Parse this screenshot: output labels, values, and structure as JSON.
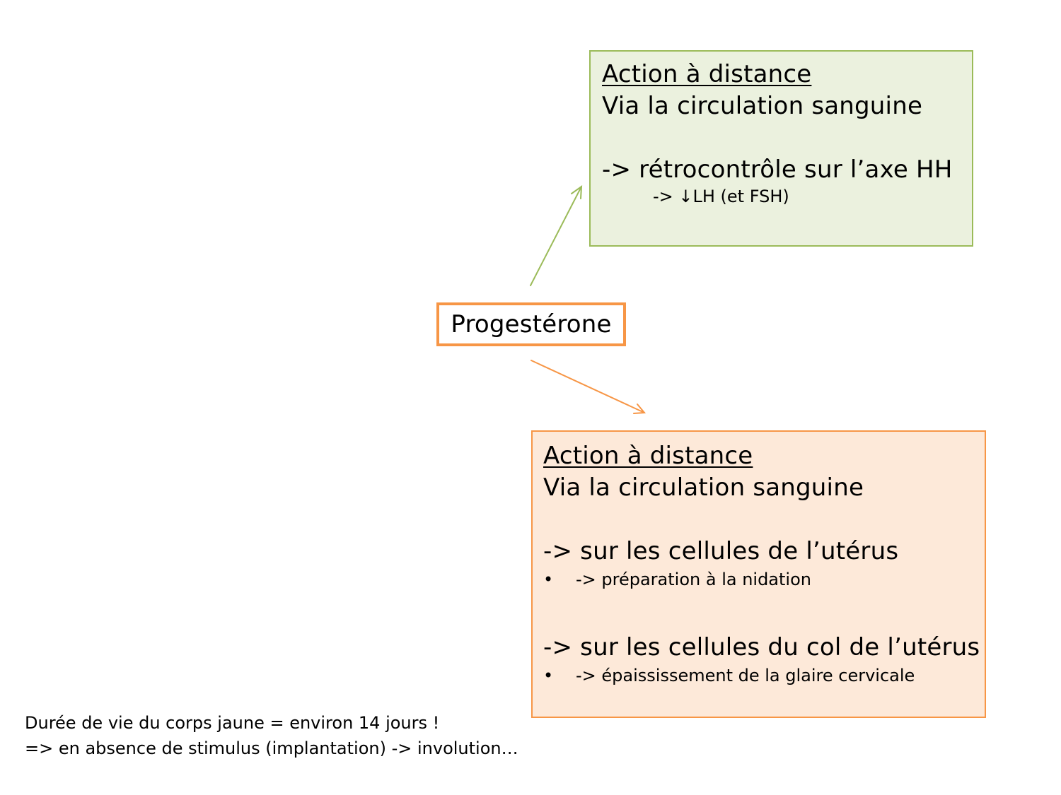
{
  "center": {
    "label": "Progestérone",
    "border_color": "#f79646"
  },
  "green_box": {
    "title": "Action à distance",
    "subtitle": "Via la circulation sanguine",
    "effect": "-> rétrocontrôle sur l’axe HH",
    "sub_effect": "-> ↓LH (et FSH)",
    "fill_color": "#ebf1de",
    "border_color": "#9bbb59"
  },
  "orange_box": {
    "title": "Action à distance",
    "subtitle": "Via la circulation sanguine",
    "effects": [
      {
        "heading": "-> sur les cellules de l’utérus",
        "bullet": "•",
        "detail": "-> préparation à la nidation"
      },
      {
        "heading": "-> sur les cellules du col de l’utérus",
        "bullet": "•",
        "detail": "-> épaississement de la glaire cervicale"
      }
    ],
    "fill_color": "#fde9d9",
    "border_color": "#f79646"
  },
  "arrows": [
    {
      "name": "progesterone-to-green",
      "color": "#9bbb59"
    },
    {
      "name": "progesterone-to-orange",
      "color": "#f79646"
    }
  ],
  "footer": {
    "line1": "Durée de vie du corps jaune = environ 14 jours !",
    "line2": "=> en absence de stimulus (implantation) -> involution…"
  }
}
